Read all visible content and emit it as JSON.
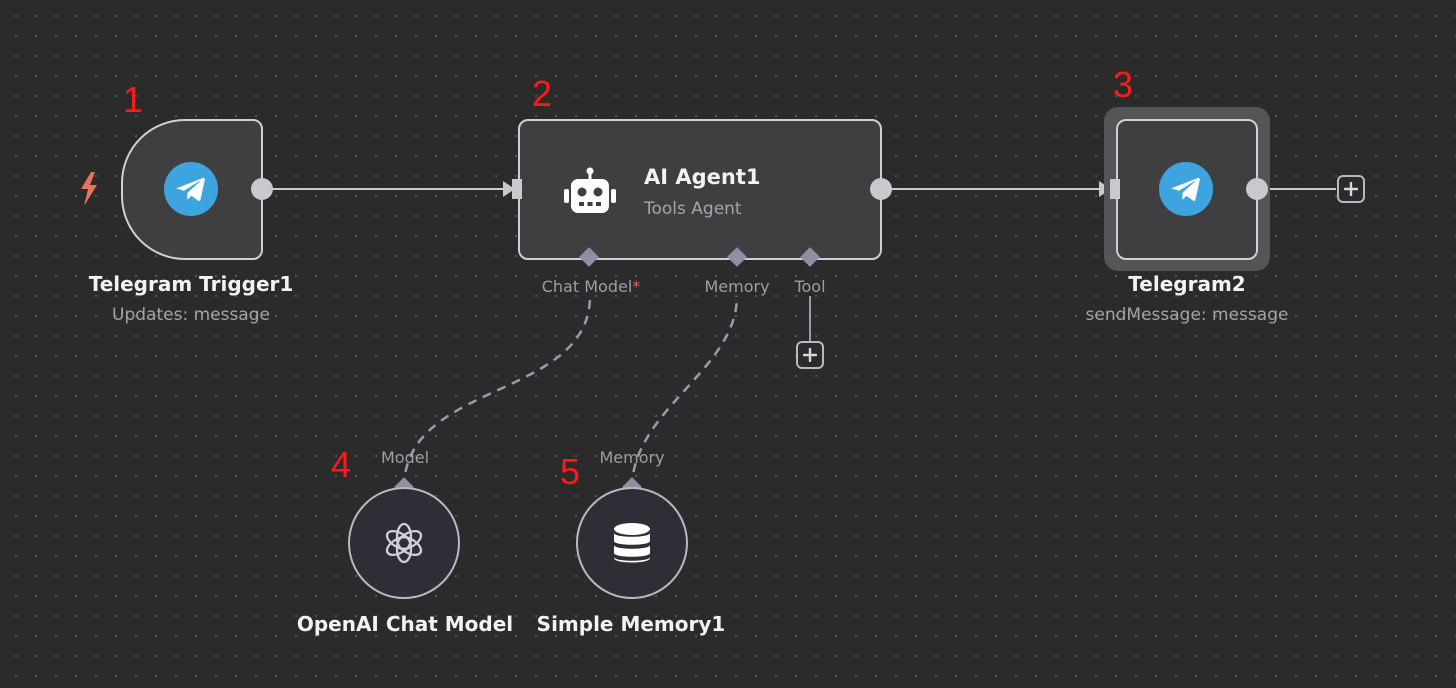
{
  "nodes": {
    "trigger": {
      "title": "Telegram Trigger1",
      "subtitle": "Updates: message",
      "step": "1",
      "icon": "telegram-icon"
    },
    "agent": {
      "title": "AI Agent1",
      "subtitle": "Tools Agent",
      "step": "2",
      "icon": "robot-icon",
      "ports": {
        "chat_model": "Chat Model",
        "chat_model_required": "*",
        "memory": "Memory",
        "tool": "Tool"
      }
    },
    "telegram": {
      "title": "Telegram2",
      "subtitle": "sendMessage: message",
      "step": "3",
      "icon": "telegram-icon"
    },
    "openai": {
      "title": "OpenAI Chat Model",
      "port_label": "Model",
      "step": "4",
      "icon": "openai-icon"
    },
    "memory": {
      "title": "Simple Memory1",
      "port_label": "Memory",
      "step": "5",
      "icon": "database-icon"
    }
  },
  "colors": {
    "canvas": "#2b2b2b",
    "node_fill": "#3f3f42",
    "node_border": "#cfcfd6",
    "telegram_blue": "#3ea4df",
    "step_number": "#ff1a1a",
    "trigger_bolt": "#e8735a",
    "connection": "#c8c8cf",
    "sub_connection": "#9a9ab0"
  }
}
